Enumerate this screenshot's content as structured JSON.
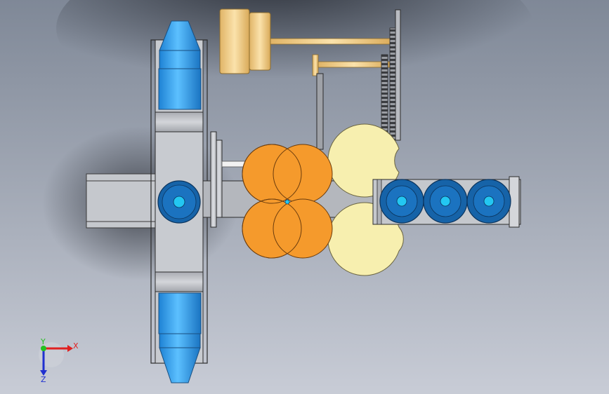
{
  "view": {
    "background_top": "#7f8897",
    "background_bottom": "#c8ccd6"
  },
  "colors": {
    "steel": "#c9cbcf",
    "steel_dark": "#8e9196",
    "frame_line": "#2b2b2b",
    "cone_blue": "#2f9ff0",
    "cone_blue_light": "#7cc8ff",
    "roller_blue": "#1663a8",
    "roller_blue_light": "#2f8ad8",
    "center_cyan": "#23c7f2",
    "orange": "#f59a2c",
    "cream": "#f7efaf",
    "gold": "#e6c27a",
    "gold_light": "#f7dfa7",
    "axis_x": "#e02020",
    "axis_y": "#22c020",
    "axis_z": "#2030d0"
  },
  "axes": {
    "x_label": "X",
    "y_label": "Y",
    "z_label": "Z"
  }
}
